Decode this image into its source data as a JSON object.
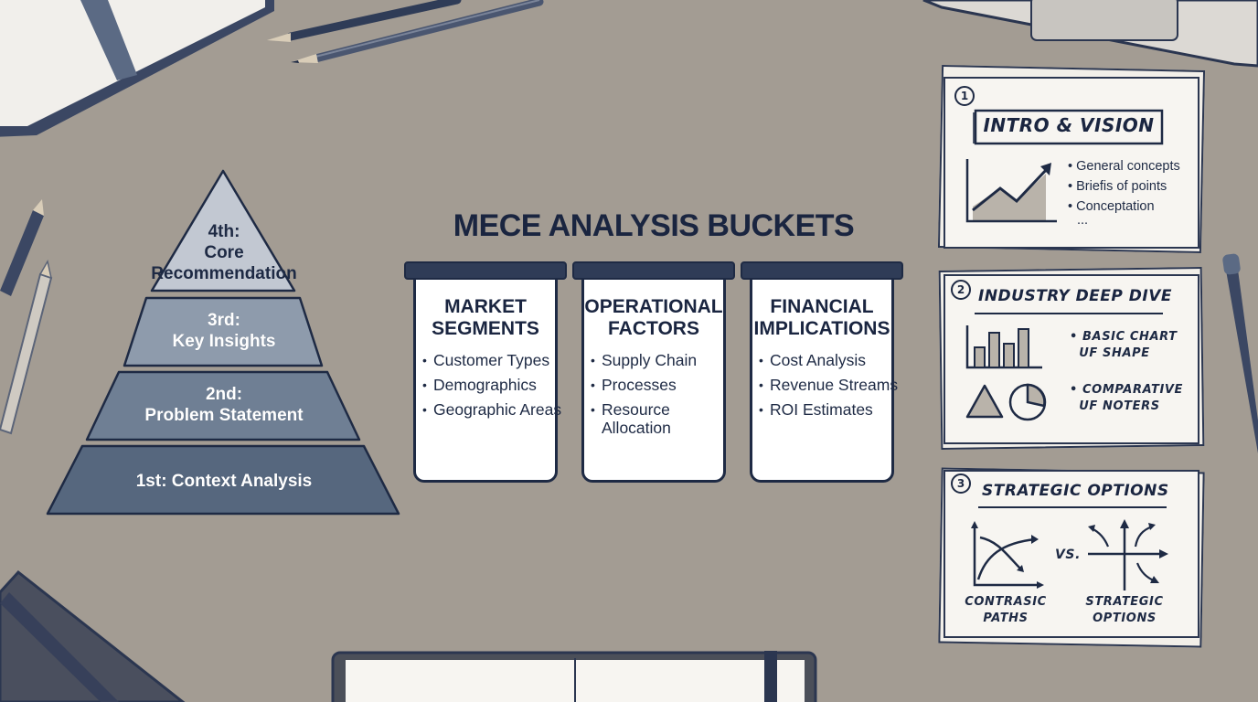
{
  "pyramid": {
    "tiers": [
      {
        "label": "4th:\nCore\nRecommendation",
        "color": "#c2c8d2"
      },
      {
        "label": "3rd:\nKey Insights",
        "color": "#8e9bac"
      },
      {
        "label": "2nd:\nProblem Statement",
        "color": "#6f7f94"
      },
      {
        "label": "1st: Context Analysis",
        "color": "#56677e"
      }
    ]
  },
  "mece": {
    "title": "MECE ANALYSIS BUCKETS",
    "buckets": [
      {
        "heading": "MARKET\nSEGMENTS",
        "items": [
          "Customer Types",
          "Demographics",
          "Geographic Areas"
        ]
      },
      {
        "heading": "OPERATIONAL\nFACTORS",
        "items": [
          "Supply Chain",
          "Processes",
          "Resource\nAllocation"
        ]
      },
      {
        "heading": "FINANCIAL\nIMPLICATIONS",
        "items": [
          "Cost Analysis",
          "Revenue Streams",
          "ROI Estimates"
        ]
      }
    ]
  },
  "cards": [
    {
      "number": "1",
      "title": "INTRO & VISION",
      "bullets": [
        "• General concepts",
        "• Briefis of points",
        "• Conceptation",
        "..."
      ]
    },
    {
      "number": "2",
      "title": "INDUSTRY DEEP DIVE",
      "note_chart": "• BASIC CHART\n  UF SHAPE",
      "note_compare": "• COMPARATIVE\n  UF NOTERS"
    },
    {
      "number": "3",
      "title": "STRATEGIC OPTIONS",
      "vs": "VS.",
      "label_left": "CONTRASIC\nPATHS",
      "label_right": "STRATEGIC\nOPTIONS"
    }
  ],
  "colors": {
    "desk": "#a39c93",
    "ink": "#1e2a44",
    "paper": "#f7f5f1"
  },
  "icons": [
    "pencil-icon",
    "pen-icon",
    "notebook-icon",
    "laptop-icon",
    "line-chart-icon",
    "bar-chart-icon",
    "triangle-icon",
    "pie-chart-icon",
    "curved-arrows-icon",
    "quadrant-arrows-icon"
  ]
}
